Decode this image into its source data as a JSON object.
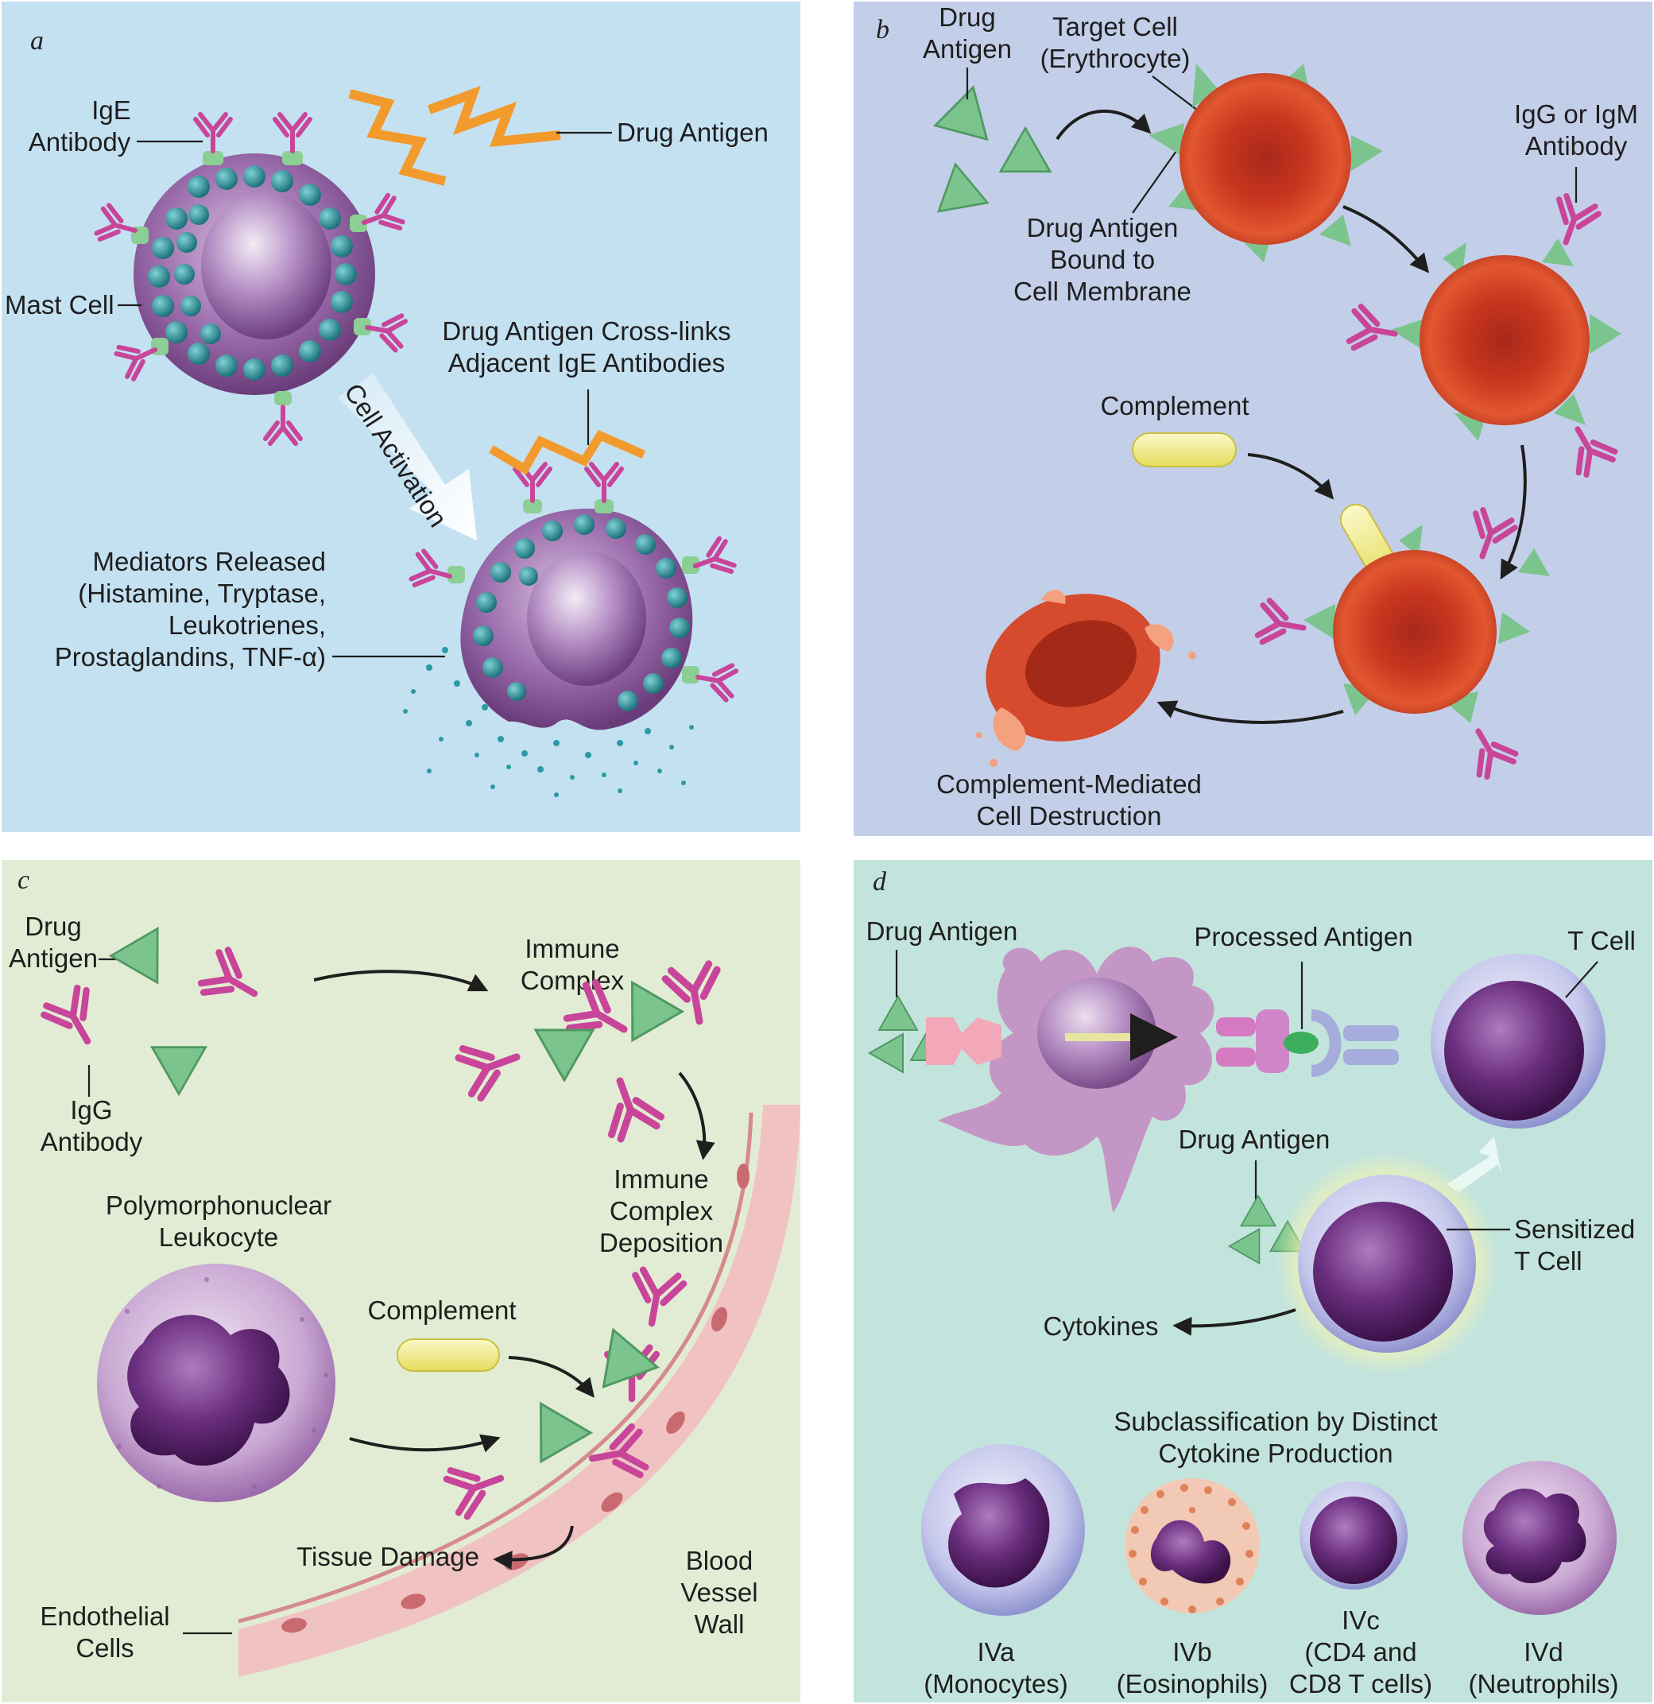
{
  "panels": {
    "a": {
      "letter": "a",
      "bg": "#c4e1f2",
      "ige_antibody": [
        "IgE",
        "Antibody"
      ],
      "drug_antigen": "Drug Antigen",
      "mast_cell": "Mast Cell",
      "cross_links": [
        "Drug Antigen Cross-links",
        "Adjacent IgE Antibodies"
      ],
      "cell_activation": "Cell Activation",
      "mediators": [
        "Mediators Released",
        "(Histamine, Tryptase,",
        "Leukotrienes,",
        "Prostaglandins, TNF-α)"
      ]
    },
    "b": {
      "letter": "b",
      "bg": "#c3cfe8",
      "drug_antigen": [
        "Drug",
        "Antigen"
      ],
      "target_cell": [
        "Target Cell",
        "(Erythrocyte)"
      ],
      "igg_igm": [
        "IgG or IgM",
        "Antibody"
      ],
      "bound": [
        "Drug Antigen",
        "Bound to",
        "Cell Membrane"
      ],
      "complement": "Complement",
      "destruction": [
        "Complement-Mediated",
        "Cell Destruction"
      ]
    },
    "c": {
      "letter": "c",
      "bg": "#e2ecd4",
      "drug_antigen": [
        "Drug",
        "Antigen"
      ],
      "igg_antibody": [
        "IgG",
        "Antibody"
      ],
      "immune_complex": [
        "Immune",
        "Complex"
      ],
      "deposition": [
        "Immune",
        "Complex",
        "Deposition"
      ],
      "pmn": [
        "Polymorphonuclear",
        "Leukocyte"
      ],
      "complement": "Complement",
      "tissue_damage": "Tissue Damage",
      "blood_vessel": [
        "Blood",
        "Vessel",
        "Wall"
      ],
      "endothelial": [
        "Endothelial",
        "Cells"
      ]
    },
    "d": {
      "letter": "d",
      "bg": "#c3e4dd",
      "drug_antigen_top": "Drug Antigen",
      "processed": "Processed Antigen",
      "t_cell": "T Cell",
      "drug_antigen_mid": "Drug Antigen",
      "sensitized": [
        "Sensitized",
        "T Cell"
      ],
      "cytokines": "Cytokines",
      "subclass": [
        "Subclassification by Distinct",
        "Cytokine Production"
      ],
      "types": [
        {
          "id": "IVa",
          "desc": [
            "(Monocytes)"
          ]
        },
        {
          "id": "IVb",
          "desc": [
            "(Eosinophils)"
          ]
        },
        {
          "id": "IVc",
          "desc": [
            "(CD4 and",
            "CD8 T cells)"
          ]
        },
        {
          "id": "IVd",
          "desc": [
            "(Neutrophils)"
          ]
        }
      ]
    }
  },
  "colors": {
    "antibody": "#c8459a",
    "antigen_green": "#7cc48e",
    "antigen_orange": "#f39a2c",
    "erythrocyte": "#d8442a",
    "complement": "#f1ec8a",
    "cell_purple": "#7a3f86",
    "granule_teal": "#2f8f96"
  }
}
